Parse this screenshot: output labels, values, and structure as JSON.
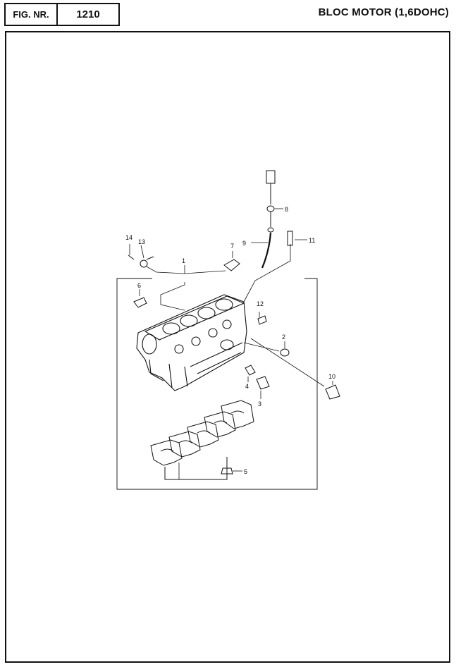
{
  "header": {
    "fig_label": "FIG. NR.",
    "fig_number": "1210",
    "title": "BLOC MOTOR (1,6DOHC)"
  },
  "callouts": [
    "1",
    "2",
    "3",
    "4",
    "5",
    "6",
    "7",
    "8",
    "9",
    "10",
    "11",
    "12",
    "13",
    "14"
  ]
}
